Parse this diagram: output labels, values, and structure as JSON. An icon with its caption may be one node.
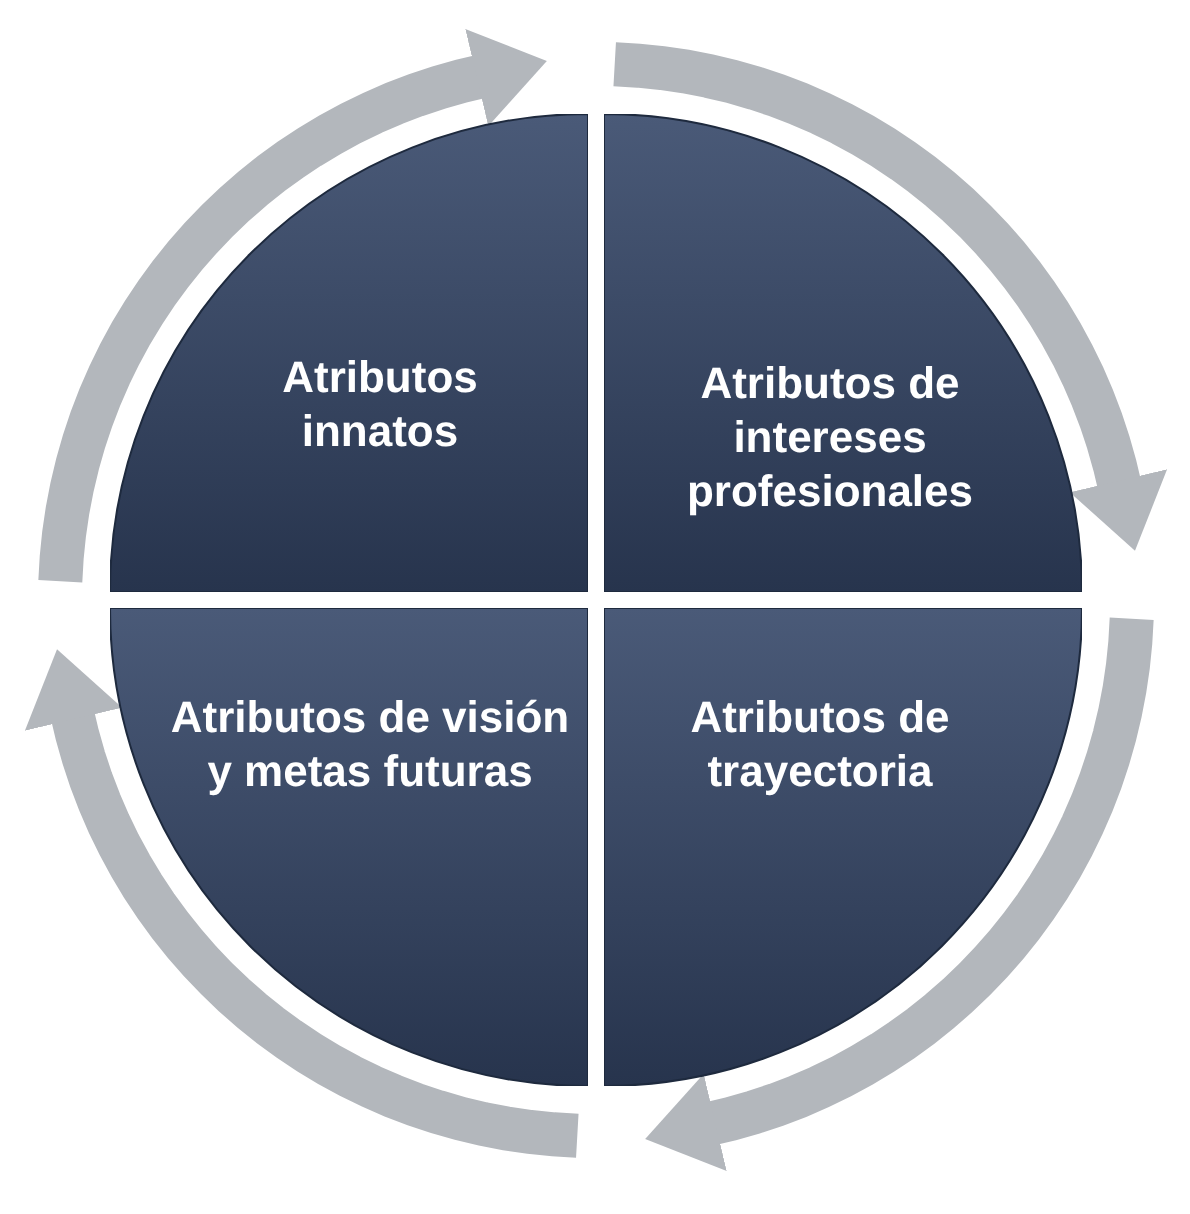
{
  "diagram": {
    "nodes": [
      {
        "text": [
          "Atributos innatos"
        ]
      },
      {
        "text": [
          "Atributos de intereses profesionales"
        ]
      },
      {
        "text": [
          "Atributos de trayectoria"
        ]
      },
      {
        "text": [
          "Atributos de visión y metas futuras"
        ]
      }
    ]
  }
}
